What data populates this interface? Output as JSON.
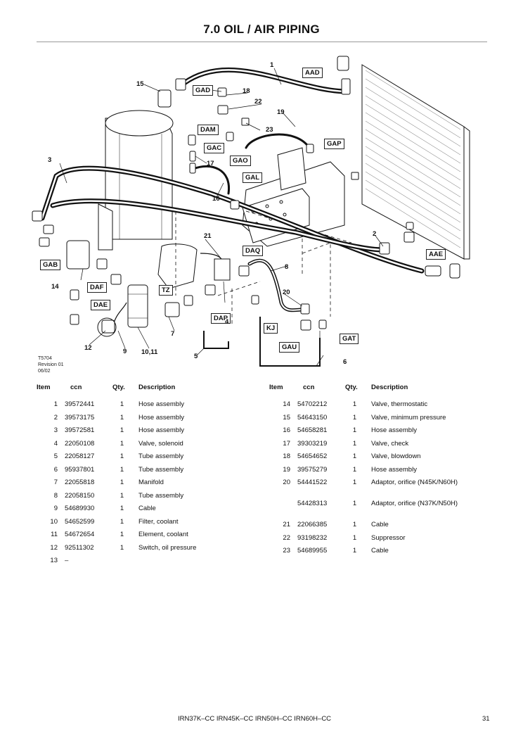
{
  "header": {
    "title": "7.0  OIL / AIR PIPING"
  },
  "diagram": {
    "callouts": [
      "AAD",
      "GAD",
      "DAM",
      "GAC",
      "GAO",
      "GAL",
      "GAP",
      "GAB",
      "DAF",
      "DAE",
      "TZ",
      "DAQ",
      "DAP",
      "KJ",
      "GAU",
      "GAT",
      "AAE"
    ],
    "numbers": [
      "1",
      "2",
      "3",
      "4",
      "5",
      "6",
      "7",
      "8",
      "9",
      "10,11",
      "12",
      "14",
      "15",
      "16",
      "17",
      "18",
      "19",
      "20",
      "21",
      "22",
      "23"
    ],
    "reference": {
      "code": "T5704",
      "revision": "Revision 01",
      "date": "06/02"
    }
  },
  "parts_table": {
    "headers": {
      "item": "Item",
      "ccn": "ccn",
      "qty": "Qty.",
      "description": "Description"
    },
    "left": [
      {
        "item": "1",
        "ccn": "39572441",
        "qty": "1",
        "description": "Hose assembly"
      },
      {
        "item": "2",
        "ccn": "39573175",
        "qty": "1",
        "description": "Hose assembly"
      },
      {
        "item": "3",
        "ccn": "39572581",
        "qty": "1",
        "description": "Hose assembly"
      },
      {
        "item": "4",
        "ccn": "22050108",
        "qty": "1",
        "description": "Valve, solenoid"
      },
      {
        "item": "5",
        "ccn": "22058127",
        "qty": "1",
        "description": "Tube assembly"
      },
      {
        "item": "6",
        "ccn": "95937801",
        "qty": "1",
        "description": "Tube assembly"
      },
      {
        "item": "7",
        "ccn": "22055818",
        "qty": "1",
        "description": "Manifold"
      },
      {
        "item": "8",
        "ccn": "22058150",
        "qty": "1",
        "description": "Tube assembly"
      },
      {
        "item": "9",
        "ccn": "54689930",
        "qty": "1",
        "description": "Cable"
      },
      {
        "item": "10",
        "ccn": "54652599",
        "qty": "1",
        "description": "Filter, coolant"
      },
      {
        "item": "11",
        "ccn": "54672654",
        "qty": "1",
        "description": "Element, coolant"
      },
      {
        "item": "12",
        "ccn": "92511302",
        "qty": "1",
        "description": "Switch, oil pressure"
      },
      {
        "item": "13",
        "ccn": "–",
        "qty": "",
        "description": ""
      }
    ],
    "right": [
      {
        "item": "14",
        "ccn": "54702212",
        "qty": "1",
        "description": "Valve, thermostatic"
      },
      {
        "item": "15",
        "ccn": "54643150",
        "qty": "1",
        "description": "Valve, minimum pressure"
      },
      {
        "item": "16",
        "ccn": "54658281",
        "qty": "1",
        "description": "Hose assembly"
      },
      {
        "item": "17",
        "ccn": "39303219",
        "qty": "1",
        "description": "Valve, check"
      },
      {
        "item": "18",
        "ccn": "54654652",
        "qty": "1",
        "description": "Valve, blowdown"
      },
      {
        "item": "19",
        "ccn": "39575279",
        "qty": "1",
        "description": "Hose assembly"
      },
      {
        "item": "20",
        "ccn": "54441522",
        "qty": "1",
        "description": "Adaptor, orifice (N45K/N60H)"
      },
      {
        "item": "",
        "ccn": "54428313",
        "qty": "1",
        "description": "Adaptor, orifice (N37K/N50H)"
      },
      {
        "item": "21",
        "ccn": "22066385",
        "qty": "1",
        "description": "Cable"
      },
      {
        "item": "22",
        "ccn": "93198232",
        "qty": "1",
        "description": "Suppressor"
      },
      {
        "item": "23",
        "ccn": "54689955",
        "qty": "1",
        "description": "Cable"
      }
    ]
  },
  "footer": {
    "models": "IRN37K–CC   IRN45K–CC  IRN50H–CC  IRN60H–CC",
    "page": "31"
  }
}
